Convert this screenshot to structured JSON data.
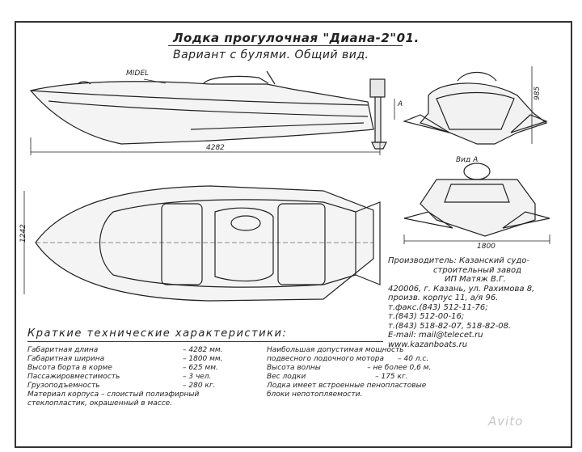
{
  "title": "Лодка прогулочная \"Диана-2\"01.",
  "subtitle": "Вариант с булями. Общий вид.",
  "labels": {
    "midel": "MIDEL",
    "arrow_a": "A",
    "length_dim": "4282",
    "height_dim": "985",
    "view_a": "Вид А",
    "width_dim": "1800",
    "beam_dim": "1242"
  },
  "manufacturer": {
    "line1": "Производитель: Казанский судо-",
    "line2": "строительный завод",
    "line3": "ИП Матяж В.Г.",
    "line4": "420006, г. Казань, ул. Рахимова 8,",
    "line5": "произв. корпус 11, а/я 96.",
    "line6": "т.факс.(843) 512-11-76;",
    "line7": "т.(843) 512-00-16;",
    "line8": "т.(843) 518-82-07, 518-82-08.",
    "line9": "E-mail: mail@telecet.ru",
    "line10": "www.kazanboats.ru"
  },
  "specs": {
    "heading": "Краткие технические характеристики:",
    "left": [
      {
        "name": "Габаритная длина",
        "value": "– 4282 мм."
      },
      {
        "name": "Габаритная ширина",
        "value": "– 1800 мм."
      },
      {
        "name": "Высота борта в корме",
        "value": "– 625 мм."
      },
      {
        "name": "Пассажировместимость",
        "value": "– 3 чел."
      },
      {
        "name": "Грузоподъемность",
        "value": "– 280 кг."
      }
    ],
    "material1": "Материал корпуса – слоистый полиэфирный",
    "material2": "стеклопластик, окрашенный в массе.",
    "right1": "Наибольшая допустимая мощность",
    "right2": "подвесного лодочного мотора      – 40 л.с.",
    "right3": "Высота волны                    – не более 0,6 м.",
    "right4": "Вес лодки                              – 175 кг.",
    "right5": "Лодка имеет встроенные пенопластовые",
    "right6": "блоки непотопляемости."
  },
  "watermark": "Avito"
}
